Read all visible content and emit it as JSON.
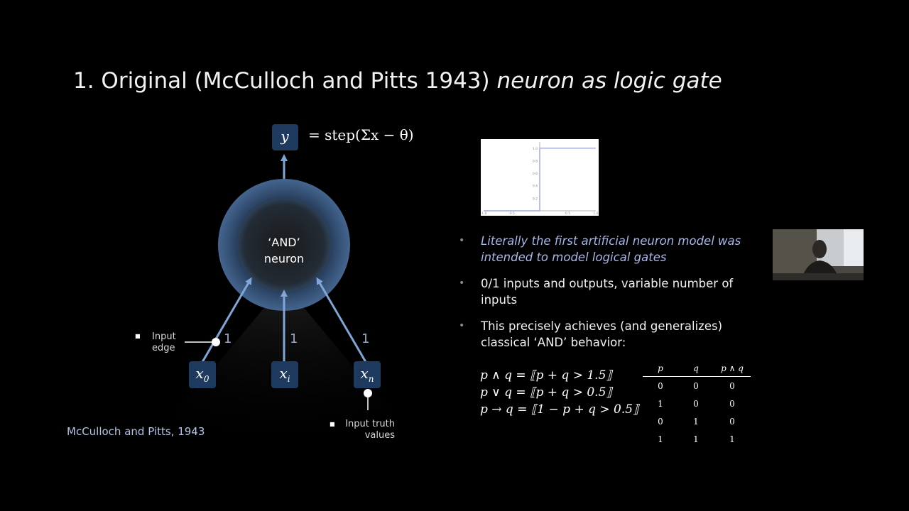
{
  "slide": {
    "title_main": "1. Original (McCulloch and Pitts 1943) ",
    "title_italic": "neuron as logic gate",
    "step_equation": "= step(Σx − θ)",
    "output_node": "y",
    "neuron_label_line1": "‘AND’",
    "neuron_label_line2": "neuron",
    "inputs": [
      {
        "base": "x",
        "sub": "0"
      },
      {
        "base": "x",
        "sub": "i"
      },
      {
        "base": "x",
        "sub": "n"
      }
    ],
    "weights": [
      "1",
      "1",
      "1"
    ],
    "annotation_input_edge_line1": "Input",
    "annotation_input_edge_line2": "edge",
    "annotation_truth_line1": "Input truth",
    "annotation_truth_line2": "values",
    "caption": "McCulloch and Pitts, 1943",
    "bullets": [
      {
        "text": "Literally the first artificial neuron model was intended to model logical gates",
        "highlight": true
      },
      {
        "text": "0/1 inputs and outputs, variable number of inputs",
        "highlight": false
      },
      {
        "text": "This precisely achieves (and generalizes) classical ‘AND’ behavior:",
        "highlight": false
      }
    ],
    "formulas": [
      "p ∧ q = ⟦p + q > 1.5⟧",
      "p ∨ q = ⟦p + q > 0.5⟧",
      "p → q = ⟦1 − p + q > 0.5⟧"
    ],
    "truth_table": {
      "headers": [
        "p",
        "q",
        "p ∧ q"
      ],
      "rows": [
        [
          "0",
          "0",
          "0"
        ],
        [
          "1",
          "0",
          "0"
        ],
        [
          "0",
          "1",
          "0"
        ],
        [
          "1",
          "1",
          "1"
        ]
      ]
    },
    "colors": {
      "node_fill": "#1f3a5f",
      "ring": "#3e5f8a",
      "arrow": "#7fa6d6",
      "highlight_text": "#a9b8e8"
    }
  },
  "chart_data": {
    "type": "line",
    "series": [
      {
        "x": [
          -1.0,
          0.0,
          0.0,
          1.0
        ],
        "y": [
          0.0,
          0.0,
          1.0,
          1.0
        ]
      }
    ],
    "x_ticks": [
      "-1.0",
      "-0.5",
      "0.5",
      "1.0"
    ],
    "y_ticks": [
      "0.2",
      "0.4",
      "0.6",
      "0.8",
      "1.0"
    ],
    "xlim": [
      -1.0,
      1.0
    ],
    "ylim": [
      0,
      1.1
    ]
  }
}
